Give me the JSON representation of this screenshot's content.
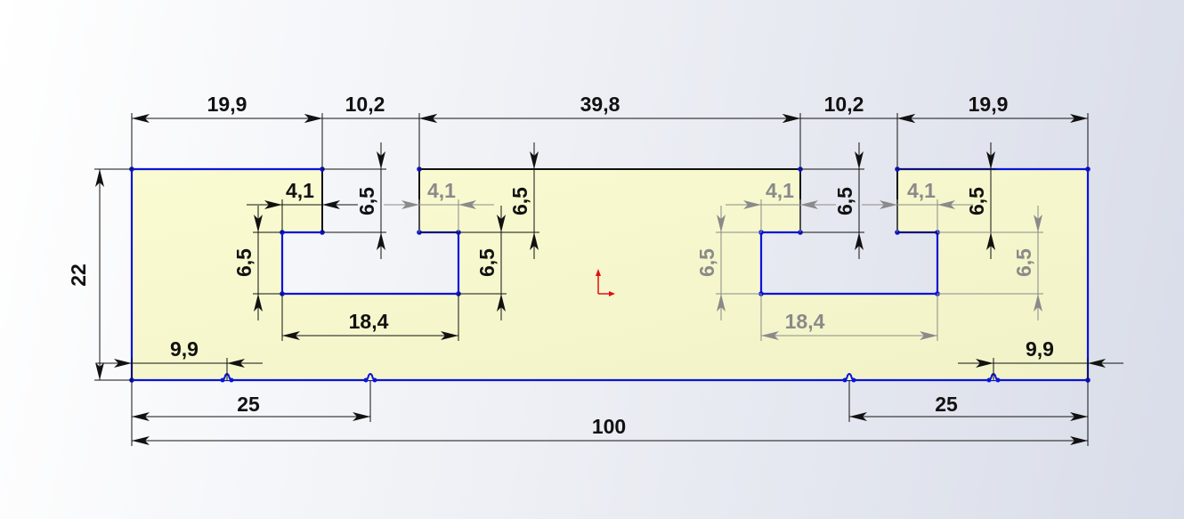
{
  "sketch": {
    "units": "mm",
    "colors": {
      "profile": "#0a14d8",
      "fill": "#f6f6cc",
      "driving": "#111111",
      "driven": "#8a8a8a",
      "origin": "#e01010"
    },
    "dimensions": {
      "top_left_width": "19,9",
      "top_left_gap": "10,2",
      "top_middle_width": "39,8",
      "top_right_gap": "10,2",
      "top_right_width": "19,9",
      "overall_height": "22",
      "bottom_left_offset": "9,9",
      "bottom_right_offset": "9,9",
      "left_25": "25",
      "right_25": "25",
      "overall_width": "100",
      "slot_left_width": "18,4",
      "slot_right_width": "18,4",
      "lip_left_a": "4,1",
      "lip_left_b": "4,1",
      "lip_right_a": "4,1",
      "lip_right_b": "4,1",
      "depth_1": "6,5",
      "depth_2": "6,5",
      "depth_3": "6,5",
      "depth_4": "6,5",
      "slot_h_1": "6,5",
      "slot_h_2": "6,5",
      "slot_h_3": "6,5",
      "slot_h_4": "6,5"
    }
  }
}
